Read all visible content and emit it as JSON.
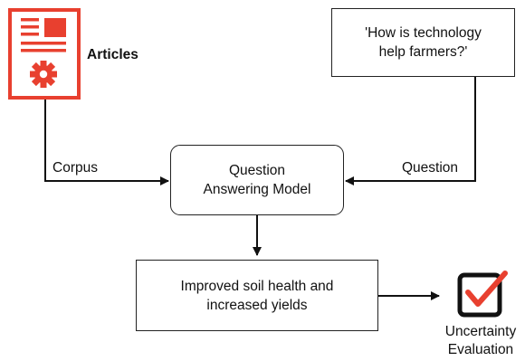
{
  "articles": {
    "label": "Articles",
    "icon": "document-settings-icon",
    "color": "#e8402f"
  },
  "question_box": {
    "line1": "'How is technology",
    "line2": "help farmers?'"
  },
  "qa_model": {
    "line1": "Question",
    "line2": "Answering Model"
  },
  "answer_box": {
    "line1": "Improved soil health and",
    "line2": "increased yields"
  },
  "edge_labels": {
    "corpus": "Corpus",
    "question": "Question"
  },
  "uncertainty": {
    "line1": "Uncertainty",
    "line2": "Evaluation",
    "icon": "checkbox-check-icon",
    "check_color": "#e8402f"
  }
}
